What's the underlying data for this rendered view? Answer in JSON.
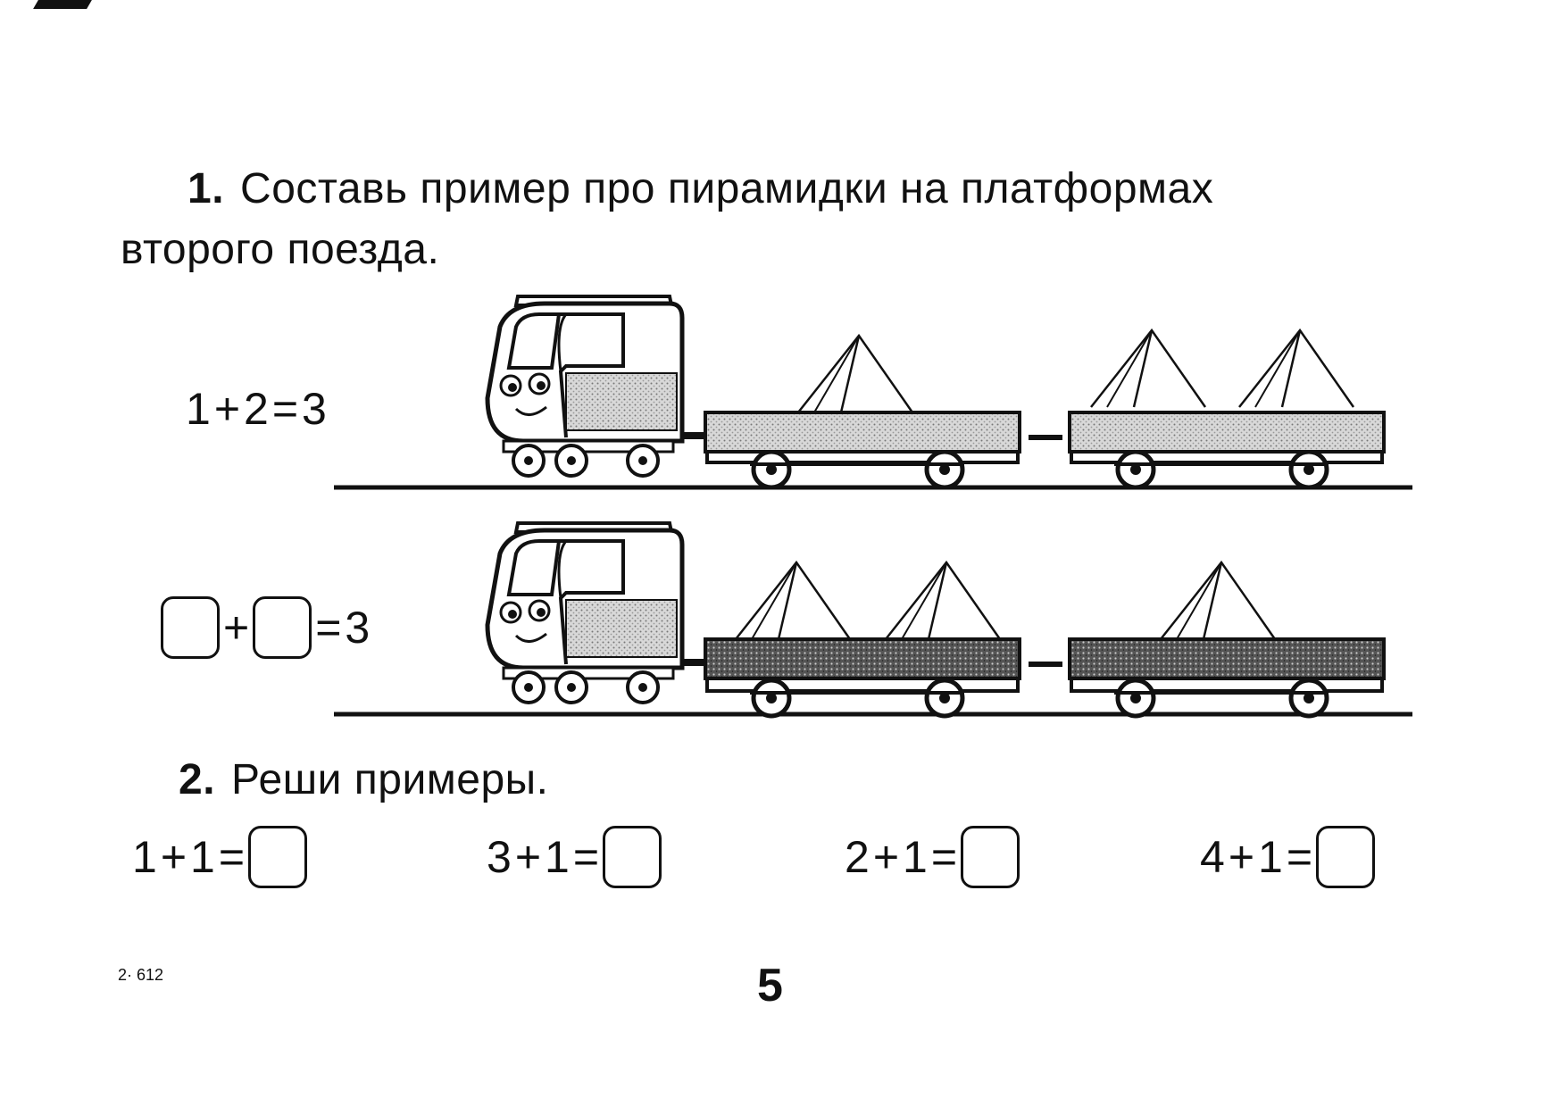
{
  "task1": {
    "number": "1.",
    "text_line1": "Составь пример про пирамидки на платформах",
    "text_line2": "второго поезда.",
    "train1_equation": {
      "a": "1",
      "plus": "+",
      "b": "2",
      "eq": "=",
      "result": "3"
    },
    "train1_pyramids": [
      1,
      2
    ],
    "train2_equation": {
      "plus": "+",
      "eq": "=",
      "result": "3"
    },
    "train2_pyramids": [
      2,
      1
    ]
  },
  "task2": {
    "number": "2.",
    "text": "Реши примеры.",
    "examples": [
      {
        "a": "1",
        "plus": "+",
        "b": "1",
        "eq": "="
      },
      {
        "a": "3",
        "plus": "+",
        "b": "1",
        "eq": "="
      },
      {
        "a": "2",
        "plus": "+",
        "b": "1",
        "eq": "="
      },
      {
        "a": "4",
        "plus": "+",
        "b": "1",
        "eq": "="
      }
    ]
  },
  "footer": {
    "code": "2· 612",
    "page_number": "5"
  }
}
